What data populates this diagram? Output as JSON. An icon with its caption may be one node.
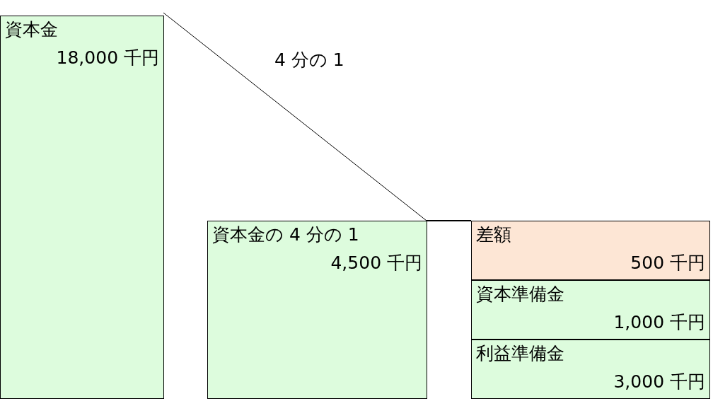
{
  "diagram": {
    "nodes": [
      {
        "text": [
          "資本金",
          "18,000 千円"
        ]
      },
      {
        "text": [
          "資本金の 4 分の 1",
          "4,500 千円"
        ]
      },
      {
        "text": [
          "差額",
          "500 千円"
        ]
      },
      {
        "text": [
          "資本準備金",
          "1,000 千円"
        ]
      },
      {
        "text": [
          "利益準備金",
          "3,000 千円"
        ]
      }
    ],
    "edges": [
      {
        "from": 0,
        "to": 1,
        "arrow": "none"
      },
      {
        "from": 1,
        "to": 2,
        "arrow": "none"
      }
    ],
    "labels": [
      "4 分の 1"
    ]
  }
}
